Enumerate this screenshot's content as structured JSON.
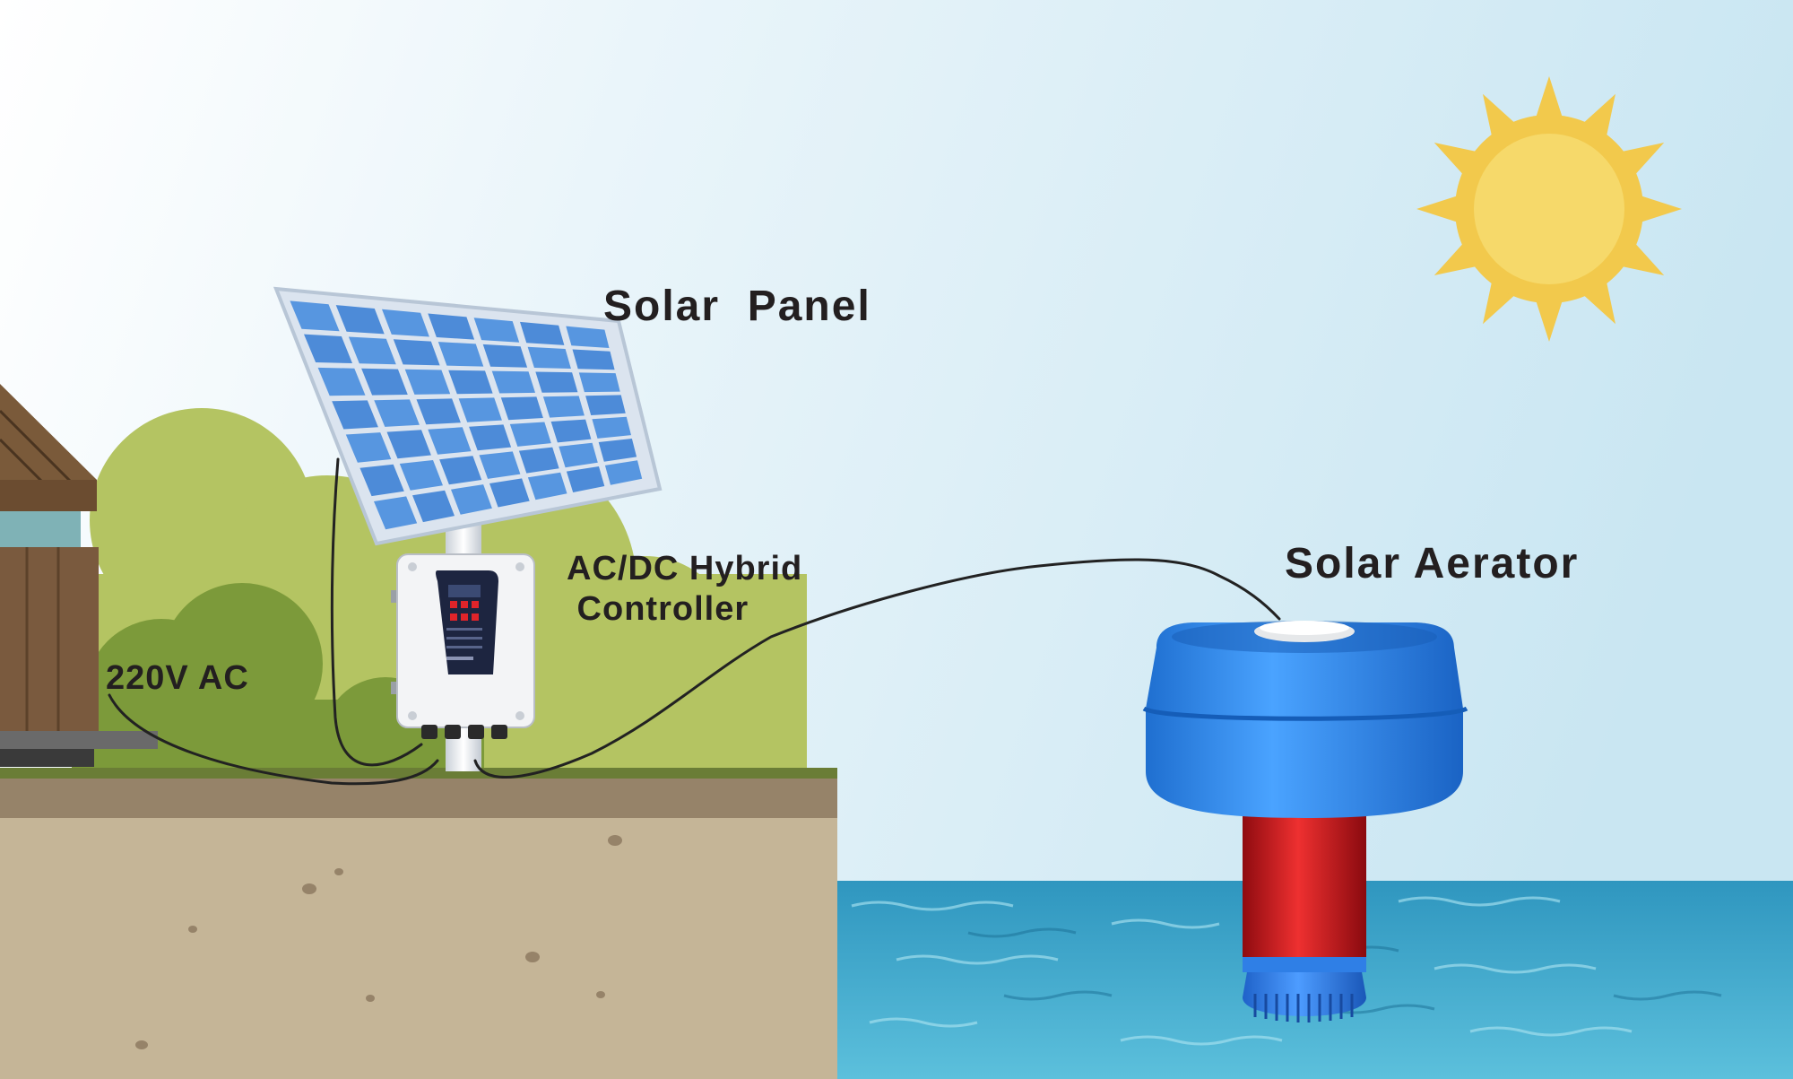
{
  "labels": {
    "solar_panel": "Solar  Panel",
    "controller": "AC/DC Hybrid\n Controller",
    "aerator": "Solar Aerator",
    "ac_input": "220V AC"
  },
  "colors": {
    "sky_left": "#ffffff",
    "sky_right": "#c9e6f2",
    "sun": "#f3d05b",
    "sun_rays": "#f2c94c",
    "bush_light": "#b4c462",
    "bush_dark": "#7c9a3a",
    "grass": "#6a7d36",
    "soil_top": "#968369",
    "soil": "#c5b597",
    "water": "#3ba8c9",
    "panel_cell": "#4d8bd8",
    "panel_frame": "#d9e3ef",
    "aerator_float": "#2b86e6",
    "aerator_motor": "#c8141b",
    "controller_body": "#f3f4f6",
    "controller_panel": "#1d2540",
    "wire": "#222222",
    "text": "#231f20"
  },
  "icons": [
    "sun-icon",
    "solar-panel-icon",
    "controller-box-icon",
    "aerator-icon",
    "house-icon"
  ]
}
